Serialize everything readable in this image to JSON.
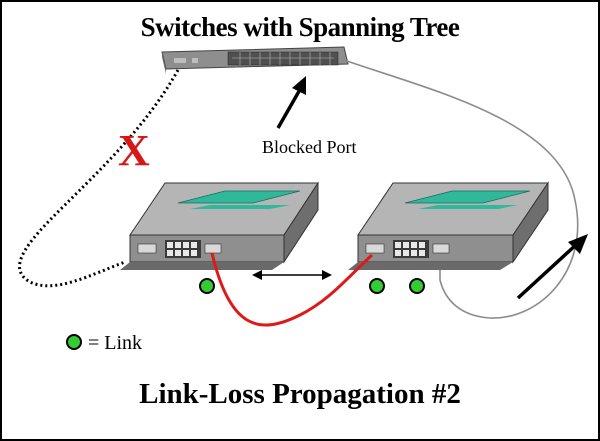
{
  "diagram": {
    "title": "Switches with Spanning Tree",
    "blocked_port_label": "Blocked Port",
    "blocked_mark": "X",
    "legend": {
      "symbol": "link-indicator-icon",
      "label": "= Link"
    },
    "caption": "Link-Loss Propagation #2"
  },
  "colors": {
    "link_led": "#33cc33",
    "red_link": "#e01818",
    "blocked_x": "#d81818",
    "switch_body": "#9a9a9a",
    "switch_panel": "#2fb89a",
    "gray_cable": "#8c8c8c"
  }
}
